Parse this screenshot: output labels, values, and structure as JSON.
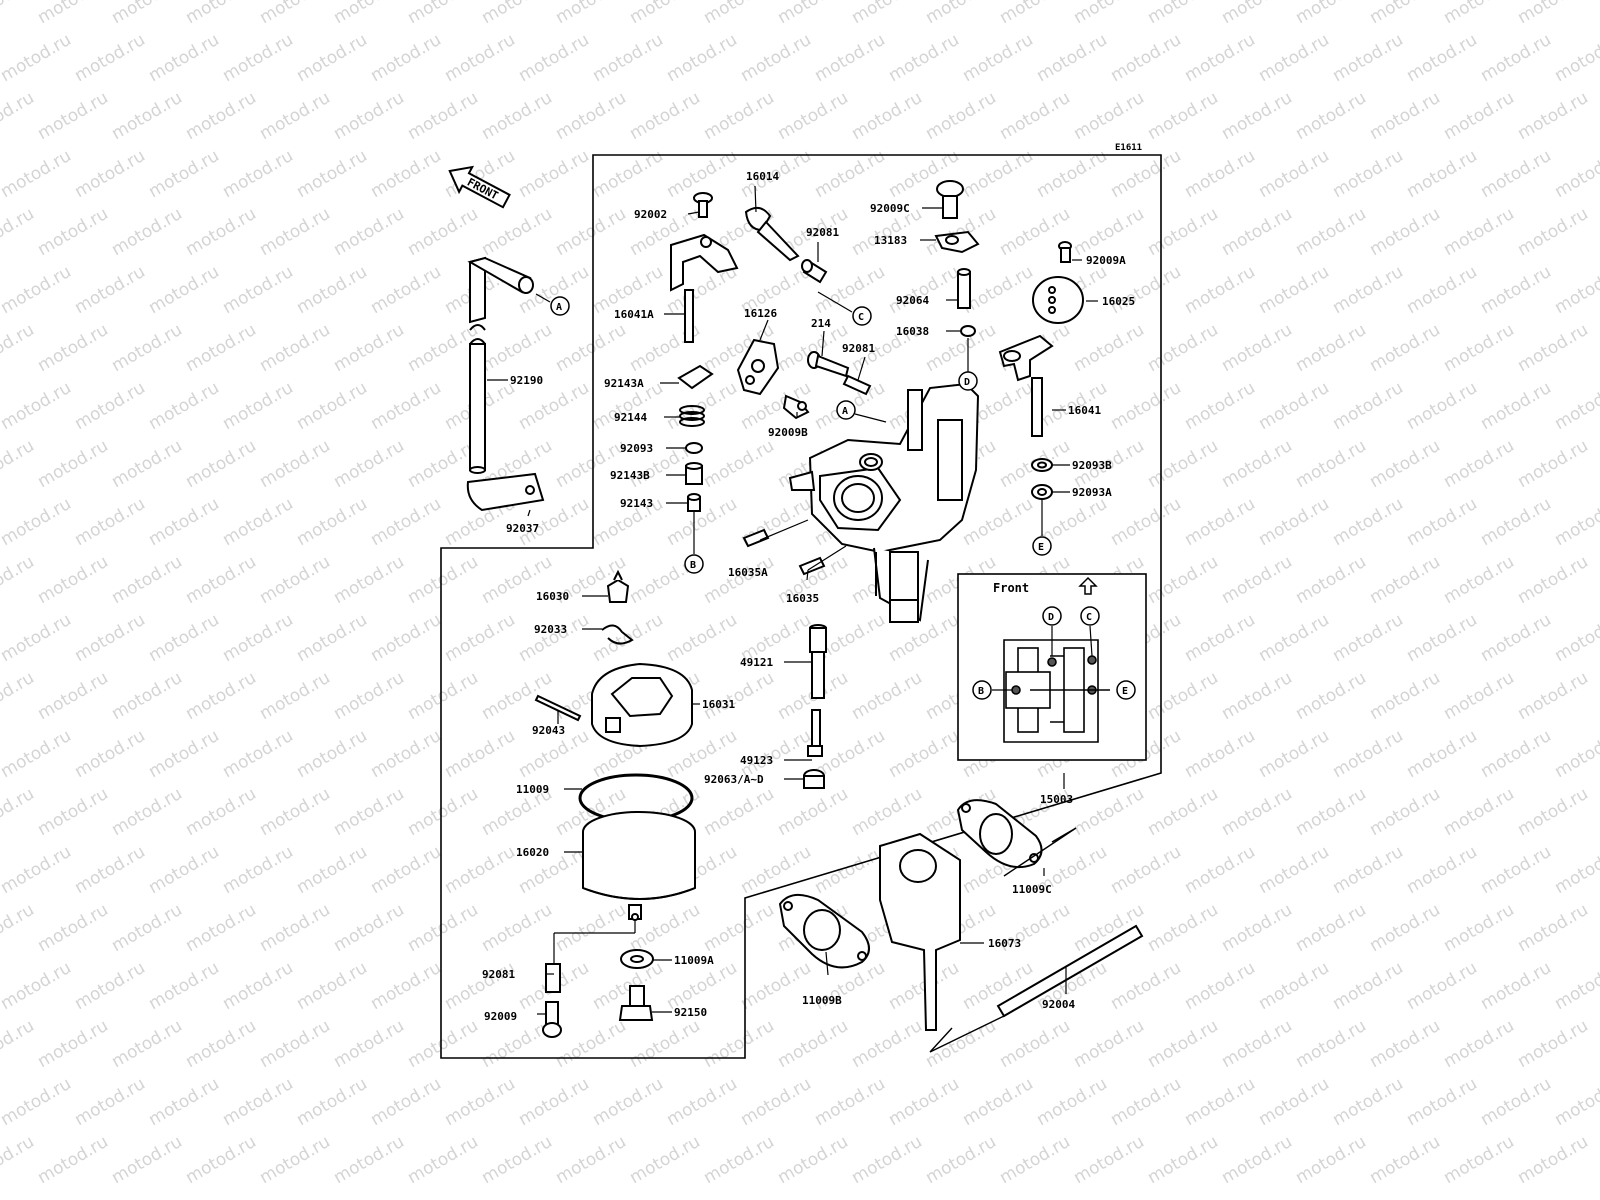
{
  "diagram_code": "E1611",
  "front_arrow_label": "FRONT",
  "inset_label": "Front",
  "watermark_text": "motod.ru",
  "colors": {
    "line": "#000000",
    "fill_dark": "#555555",
    "fill_mid": "#888888",
    "fill_light": "#bbbbbb",
    "watermark": "#d4d4d4"
  },
  "part_labels": {
    "p16014": "16014",
    "p92002": "92002",
    "p92081_top": "92081",
    "p92009C": "92009C",
    "p13183": "13183",
    "p92009A": "92009A",
    "p92064": "92064",
    "p16025": "16025",
    "p16038": "16038",
    "p16041A": "16041A",
    "p16126": "16126",
    "p214": "214",
    "p92081_mid": "92081",
    "p16041": "16041",
    "p92190": "92190",
    "p92143A": "92143A",
    "p92144": "92144",
    "p92009B": "92009B",
    "p92093": "92093",
    "p92143B": "92143B",
    "p92143": "92143",
    "p92093B": "92093B",
    "p92093A": "92093A",
    "p92037": "92037",
    "p16035A": "16035A",
    "p16035": "16035",
    "p16030": "16030",
    "p92033": "92033",
    "p49121": "49121",
    "p16031": "16031",
    "p92043": "92043",
    "p49123": "49123",
    "p92063": "92063/A~D",
    "p11009": "11009",
    "p15003": "15003",
    "p16020": "16020",
    "p11009C": "11009C",
    "p16073": "16073",
    "p11009A": "11009A",
    "p92081_bot": "92081",
    "p11009B": "11009B",
    "p92150": "92150",
    "p92004": "92004",
    "p92009": "92009"
  },
  "callout_letters": {
    "a": "A",
    "b": "B",
    "c": "C",
    "d": "D",
    "e": "E"
  }
}
